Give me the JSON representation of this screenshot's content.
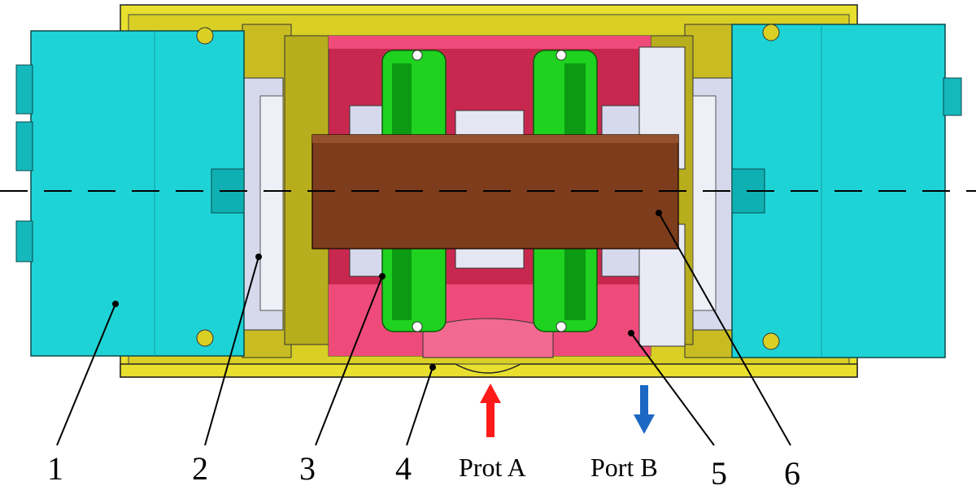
{
  "labels": {
    "n1": "1",
    "n2": "2",
    "n3": "3",
    "n4": "4",
    "n5": "5",
    "n6": "6",
    "port_a": "Prot A",
    "port_b": "Port B"
  },
  "colors": {
    "housing": "#e8df2e",
    "housing_dark": "#b8ad1c",
    "end_cap": "#1ed3d6",
    "piston_chamber": "#c8284f",
    "piston_chamber_light": "#ee4b7a",
    "piston_green": "#1fd21f",
    "piston_green_dark": "#0c9a12",
    "shaft": "#7d3c1c",
    "spring_plate": "#d6d9ec",
    "arrow_a": "#ff1a1a",
    "arrow_b": "#1b68c4"
  }
}
